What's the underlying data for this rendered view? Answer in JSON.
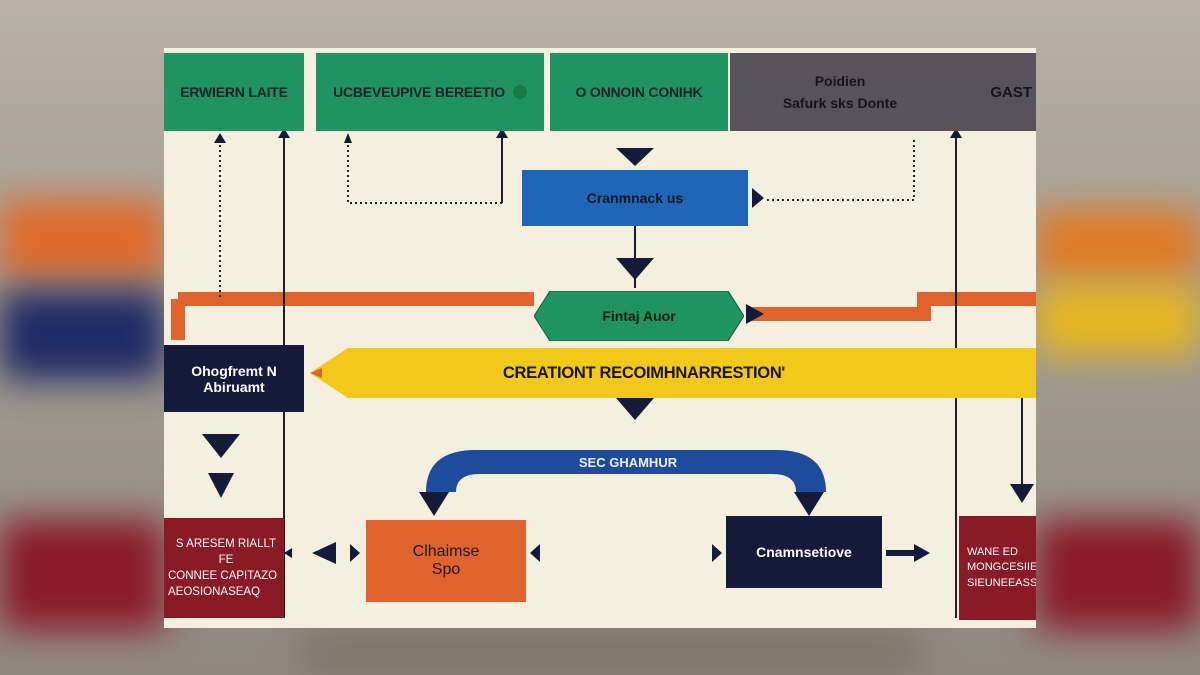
{
  "header": {
    "cell1": "ERWIERN LAITE",
    "cell2": "UCBEVEUPIVE BEREETIO",
    "cell3": "O ONNOIN CONIHK",
    "cell4_line1": "Poidien",
    "cell4_line2": "Safurk sks Donte",
    "cell5": "GAST"
  },
  "nodes": {
    "central": "Cranmnack us",
    "finish": "Fintaj Auor",
    "banner": "CREATIONT RECOIMHNARRESTION'",
    "left_panel_line1": "Ohogfremt N",
    "left_panel_line2": "Abiruamt",
    "arch": "SEC GHAMHUR",
    "orange_line1": "Clhaimse",
    "orange_line2": "Spo",
    "navy_bottom": "Cnamnsetiove",
    "maroon_left_line1": "S ARESEM RIALLT FE",
    "maroon_left_line2": "CONNEE CAPITAZO",
    "maroon_left_line3": "AEOSIONASEAQ",
    "maroon_right_line1": "WANE ED",
    "maroon_right_line2": "MONGCESIIE",
    "maroon_right_line3": "SIEUNEEASSE"
  },
  "colors": {
    "green": "#1f9462",
    "plum": "#58535a",
    "blue": "#1f66b6",
    "yellow": "#f2c81a",
    "navy": "#141a3a",
    "orange": "#e0622d",
    "maroon": "#8a1a26",
    "arch": "#1d4c9c",
    "canvas": "#f5efdf"
  }
}
